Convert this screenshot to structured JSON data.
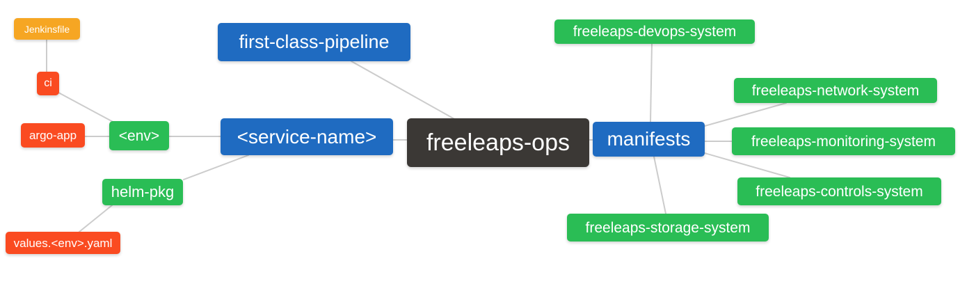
{
  "diagram": {
    "type": "mindmap",
    "root_label": "freeleaps-ops",
    "colors": {
      "orange": "#F6A623",
      "red": "#FA4B21",
      "green": "#2ABD55",
      "blue": "#1F6BC1",
      "dark": "#3B3835",
      "connector": "#CCCCCC",
      "background": "#FFFFFF",
      "node_text": "#FFFFFF"
    },
    "nodes": {
      "jenkinsfile": {
        "label": "Jenkinsfile",
        "color": "orange"
      },
      "ci": {
        "label": "ci",
        "color": "red"
      },
      "argo_app": {
        "label": "argo-app",
        "color": "red"
      },
      "env": {
        "label": "<env>",
        "color": "green"
      },
      "helm_pkg": {
        "label": "helm-pkg",
        "color": "green"
      },
      "values_env_yaml": {
        "label": "values.<env>.yaml",
        "color": "red"
      },
      "first_class_pipeline": {
        "label": "first-class-pipeline",
        "color": "blue"
      },
      "service_name": {
        "label": "<service-name>",
        "color": "blue"
      },
      "freeleaps_ops": {
        "label": "freeleaps-ops",
        "color": "dark"
      },
      "manifests": {
        "label": "manifests",
        "color": "blue"
      },
      "devops_system": {
        "label": "freeleaps-devops-system",
        "color": "green"
      },
      "network_system": {
        "label": "freeleaps-network-system",
        "color": "green"
      },
      "monitoring_system": {
        "label": "freeleaps-monitoring-system",
        "color": "green"
      },
      "controls_system": {
        "label": "freeleaps-controls-system",
        "color": "green"
      },
      "storage_system": {
        "label": "freeleaps-storage-system",
        "color": "green"
      }
    },
    "edges": [
      {
        "from": "jenkinsfile",
        "to": "ci"
      },
      {
        "from": "ci",
        "to": "env"
      },
      {
        "from": "argo_app",
        "to": "env"
      },
      {
        "from": "env",
        "to": "service_name"
      },
      {
        "from": "first_class_pipeline",
        "to": "freeleaps_ops"
      },
      {
        "from": "service_name",
        "to": "freeleaps_ops"
      },
      {
        "from": "service_name",
        "to": "helm_pkg"
      },
      {
        "from": "helm_pkg",
        "to": "values_env_yaml"
      },
      {
        "from": "freeleaps_ops",
        "to": "manifests"
      },
      {
        "from": "manifests",
        "to": "devops_system"
      },
      {
        "from": "manifests",
        "to": "network_system"
      },
      {
        "from": "manifests",
        "to": "monitoring_system"
      },
      {
        "from": "manifests",
        "to": "controls_system"
      },
      {
        "from": "manifests",
        "to": "storage_system"
      }
    ]
  }
}
